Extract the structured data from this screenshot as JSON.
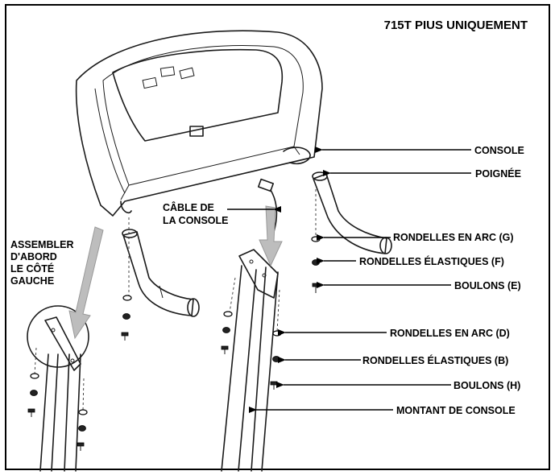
{
  "diagram": {
    "title": "715T PIUS UNIQUEMENT",
    "labels": {
      "console": "CONSOLE",
      "poignee": "POIGNÉE",
      "cable_line1": "CÂBLE DE",
      "cable_line2": "LA CONSOLE",
      "assemble_line1": "ASSEMBLER",
      "assemble_line2": "D'ABORD",
      "assemble_line3": "LE CÔTÉ",
      "assemble_line4": "GAUCHE",
      "arc_washers_g": "RONDELLES EN ARC (G)",
      "spring_washers_f": "RONDELLES ÉLASTIQUES (F)",
      "bolts_e": "BOULONS (E)",
      "arc_washers_d": "RONDELLES EN ARC (D)",
      "spring_washers_b": "RONDELLES ÉLASTIQUES (B)",
      "bolts_h": "BOULONS (H)",
      "upright": "MONTANT DE CONSOLE"
    }
  }
}
